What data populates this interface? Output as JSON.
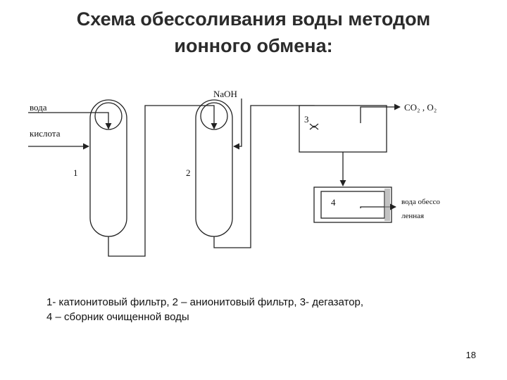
{
  "title": {
    "line1": "Схема обессоливания воды методом",
    "line2": "ионного обмена:"
  },
  "diagram": {
    "labels": {
      "water_in": "вода",
      "acid": "кислота",
      "naoh": "NaOH",
      "gases": "CO₂ , O₂",
      "out_line1": "вода обессо",
      "out_line2": "ленная",
      "num1": "1",
      "num2": "2",
      "num3": "3",
      "num4": "4"
    }
  },
  "caption": {
    "line1": "1- катионитовый фильтр, 2 – анионитовый фильтр, 3- дегазатор,",
    "line2": "4 – сборник очищенной воды"
  },
  "page_number": "18"
}
